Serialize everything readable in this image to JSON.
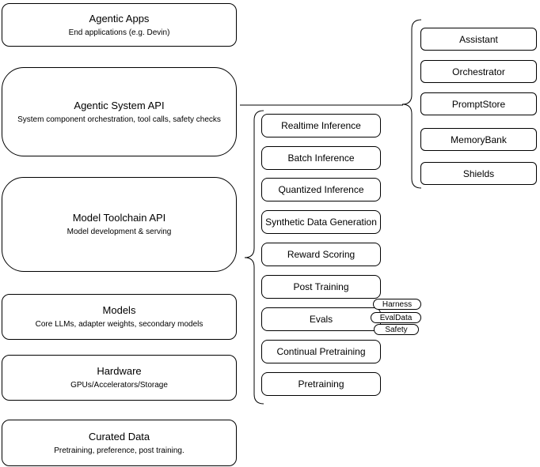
{
  "diagram": {
    "left_stack": [
      {
        "title": "Agentic Apps",
        "subtitle": "End applications (e.g. Devin)"
      },
      {
        "title": "Agentic System API",
        "subtitle": "System component orchestration, tool calls, safety checks"
      },
      {
        "title": "Model Toolchain API",
        "subtitle": "Model development & serving"
      },
      {
        "title": "Models",
        "subtitle": "Core LLMs, adapter weights, secondary models"
      },
      {
        "title": "Hardware",
        "subtitle": "GPUs/Accelerators/Storage"
      },
      {
        "title": "Curated Data",
        "subtitle": "Pretraining, preference, post training."
      }
    ],
    "toolchain_group": {
      "items": [
        {
          "label": "Realtime Inference"
        },
        {
          "label": "Batch Inference"
        },
        {
          "label": "Quantized Inference"
        },
        {
          "label": "Synthetic Data Generation"
        },
        {
          "label": "Reward Scoring"
        },
        {
          "label": "Post Training"
        },
        {
          "label": "Evals"
        },
        {
          "label": "Continual Pretraining"
        },
        {
          "label": "Pretraining"
        }
      ],
      "eval_tags": [
        {
          "label": "Harness"
        },
        {
          "label": "EvalData"
        },
        {
          "label": "Safety"
        }
      ]
    },
    "system_group": {
      "items": [
        {
          "label": "Assistant"
        },
        {
          "label": "Orchestrator"
        },
        {
          "label": "PromptStore"
        },
        {
          "label": "MemoryBank"
        },
        {
          "label": "Shields"
        }
      ]
    },
    "colors": {
      "stroke": "#000000",
      "fill": "#ffffff",
      "text": "#000000"
    }
  }
}
